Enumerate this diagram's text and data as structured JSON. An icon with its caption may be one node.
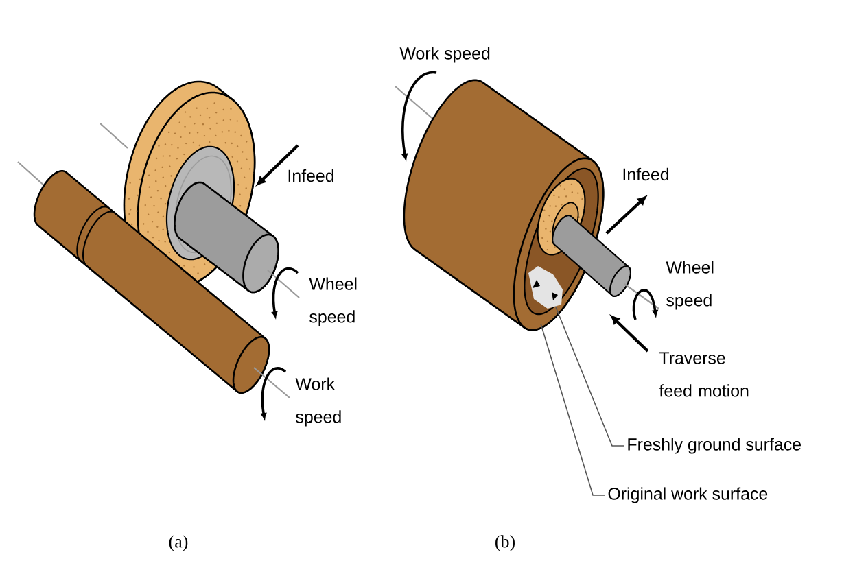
{
  "diagram": {
    "nodes": [
      {
        "text": [
          "Freshly ground surface"
        ]
      },
      {
        "text": [
          "Original work surface"
        ]
      }
    ],
    "edges": [
      {
        "from": 0,
        "to": null,
        "arrow": "none"
      },
      {
        "from": 1,
        "to": null,
        "arrow": "none"
      }
    ],
    "labels": [
      "Infeed",
      "Wheel speed",
      "Work speed",
      "(a)",
      "Work speed",
      "Infeed",
      "Wheel speed",
      "Traverse feed motion",
      "(b)"
    ]
  }
}
